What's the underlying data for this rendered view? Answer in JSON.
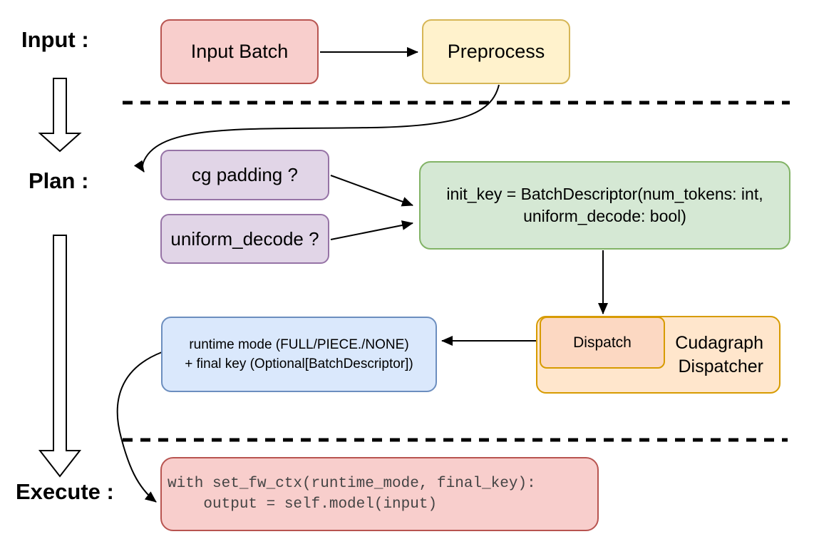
{
  "sections": {
    "input_label": "Input :",
    "plan_label": "Plan :",
    "execute_label": "Execute :"
  },
  "nodes": {
    "input_batch": "Input Batch",
    "preprocess": "Preprocess",
    "cg_padding": "cg padding ?",
    "uniform_decode": "uniform_decode ?",
    "init_key_line1": "init_key = BatchDescriptor(num_tokens: int,",
    "init_key_line2": "uniform_decode: bool)",
    "runtime_line1": "runtime mode (FULL/PIECE./NONE)",
    "runtime_line2": "+ final key (Optional[BatchDescriptor])",
    "dispatch": "Dispatch",
    "dispatcher_line1": "Cudagraph",
    "dispatcher_line2": "Dispatcher",
    "code_line1": "with set_fw_ctx(runtime_mode, final_key):",
    "code_line2": "    output = self.model(input)"
  },
  "colors": {
    "red_fill": "#f8cecc",
    "red_stroke": "#b85450",
    "yellow_fill": "#fff2cc",
    "yellow_stroke": "#d6b656",
    "purple_fill": "#e1d5e7",
    "purple_stroke": "#9673a6",
    "green_fill": "#d5e8d4",
    "green_stroke": "#82b366",
    "blue_fill": "#dae8fc",
    "blue_stroke": "#6c8ebf",
    "orange_fill": "#ffe6cc",
    "orange_stroke": "#d79b00",
    "dispatch_fill": "#fcd8c2",
    "line_color": "#000000",
    "code_text_color": "#444444"
  }
}
